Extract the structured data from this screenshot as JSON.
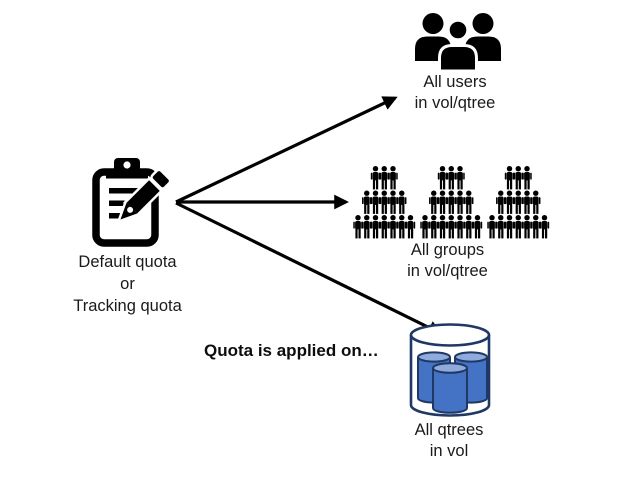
{
  "source": {
    "icon": "clipboard-pencil-icon",
    "line1": "Default quota",
    "line2": "or",
    "line3": "Tracking quota"
  },
  "caption": "Quota is applied on…",
  "targets": [
    {
      "icon": "users-group-icon",
      "line1": "All users",
      "line2": "in vol/qtree"
    },
    {
      "icon": "groups-crowd-icon",
      "line1": "All groups",
      "line2": "in vol/qtree"
    },
    {
      "icon": "qtrees-cylinder-icon",
      "line1": "All qtrees",
      "line2": "in vol"
    }
  ],
  "colors": {
    "arrow": "#000000",
    "icon": "#000000",
    "cylinder_outline": "#1F3864",
    "cylinder_body": "#4472C4",
    "cylinder_top": "#8FAADC"
  }
}
